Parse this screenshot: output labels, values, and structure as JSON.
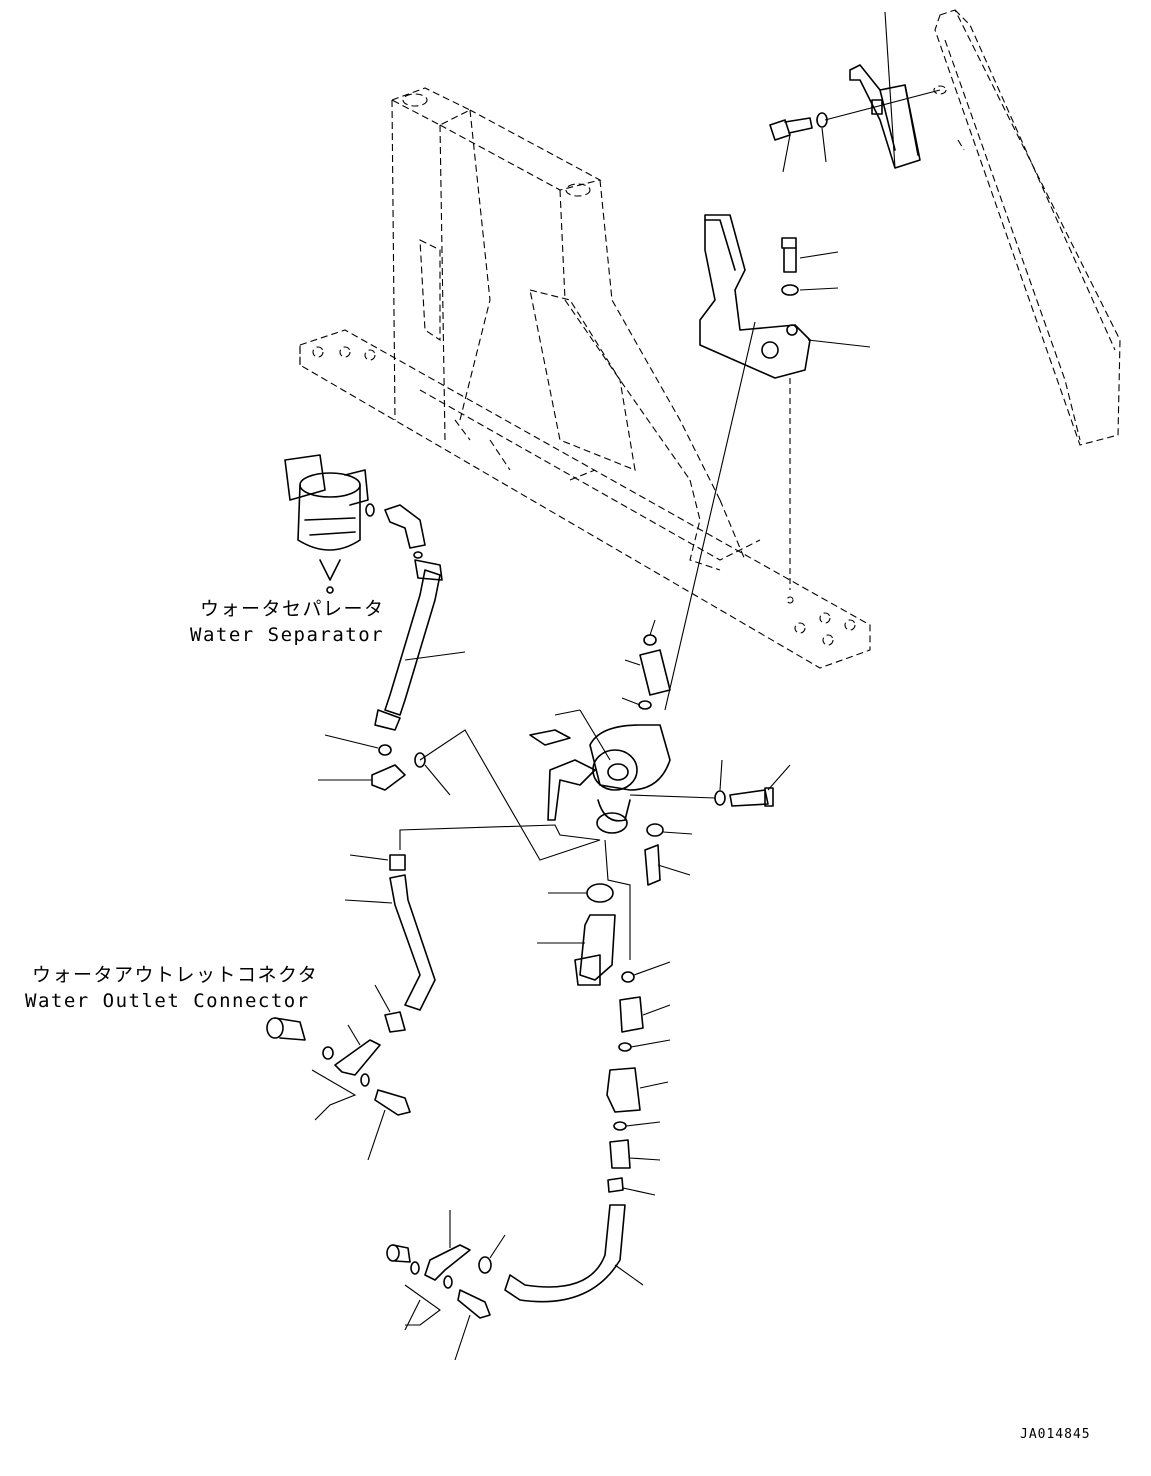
{
  "labels": {
    "water_separator_jp": "ウォータセパレータ",
    "water_separator_en": "Water Separator",
    "water_outlet_jp": "ウォータアウトレットコネクタ",
    "water_outlet_en": "Water Outlet Connector"
  },
  "figure_id": "JA014845"
}
